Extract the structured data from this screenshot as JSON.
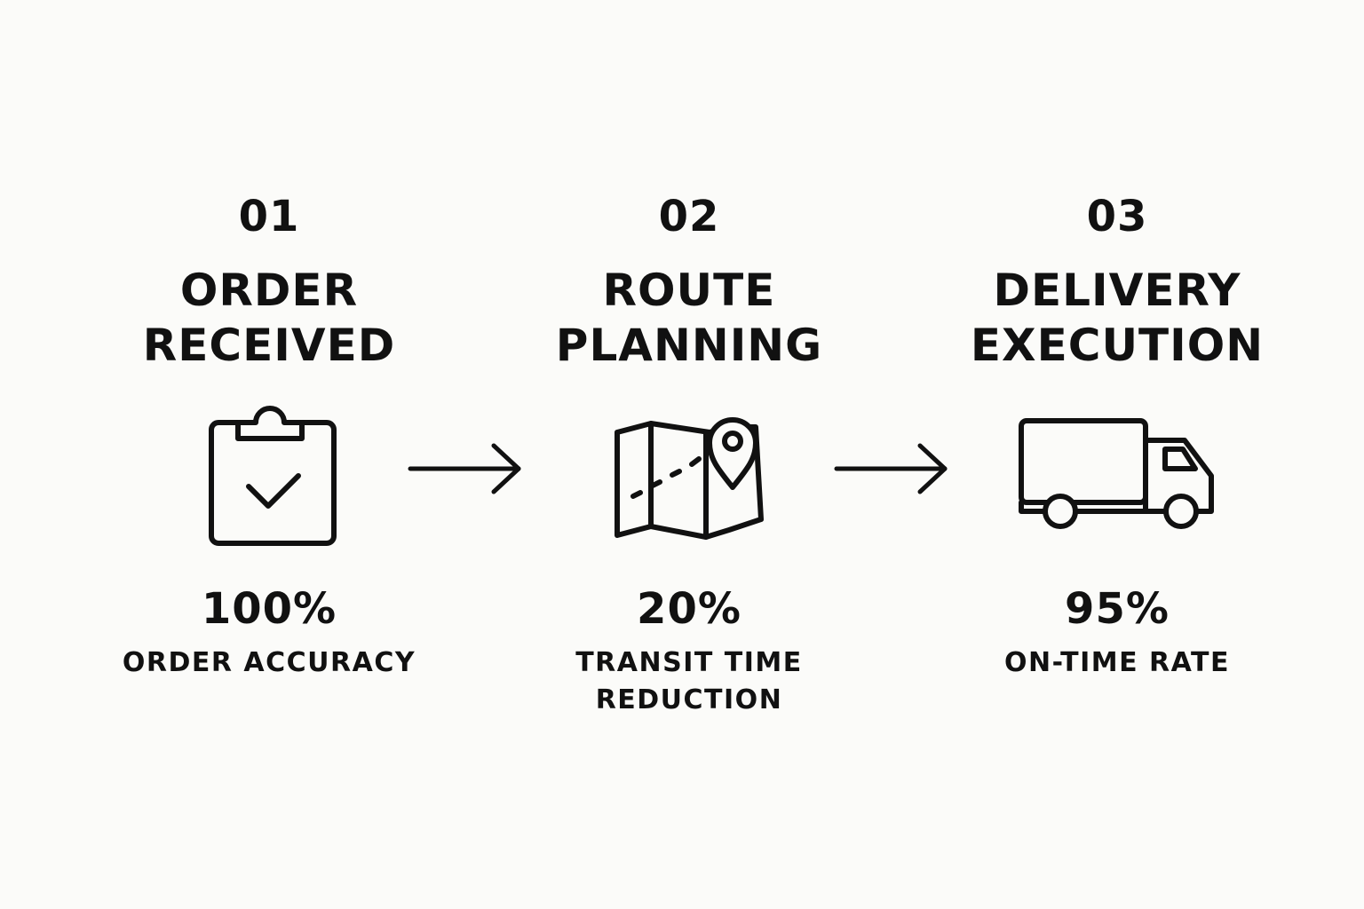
{
  "steps": [
    {
      "number": "01",
      "title_line1": "ORDER",
      "title_line2": "RECEIVED",
      "icon": "clipboard-check-icon",
      "metric": "100%",
      "label": "ORDER ACCURACY"
    },
    {
      "number": "02",
      "title_line1": "ROUTE",
      "title_line2": "PLANNING",
      "icon": "map-pin-icon",
      "metric": "20%",
      "label": "TRANSIT TIME REDUCTION"
    },
    {
      "number": "03",
      "title_line1": "DELIVERY",
      "title_line2": "EXECUTION",
      "icon": "delivery-truck-icon",
      "metric": "95%",
      "label": "ON-TIME RATE"
    }
  ],
  "connectors": [
    "right-arrow-icon",
    "right-arrow-icon"
  ],
  "colors": {
    "background": "#fbfbf9",
    "ink": "#111111"
  }
}
